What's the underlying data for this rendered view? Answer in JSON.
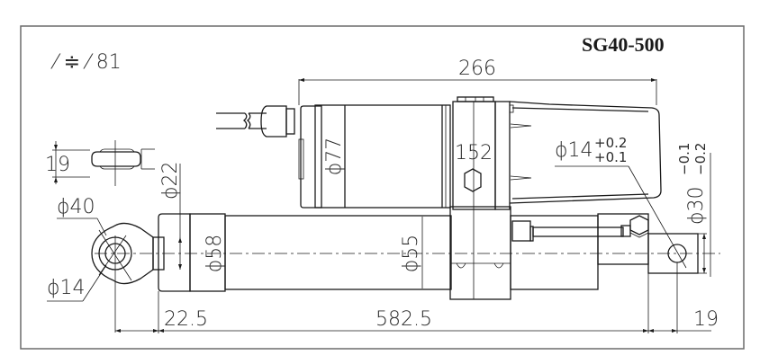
{
  "drawing": {
    "model": "SG40-500",
    "note": "⁄ ≑ ⁄ 81",
    "colors": {
      "line": "#1a1a1a",
      "frame": "#6b6b6b",
      "background": "#ffffff"
    }
  },
  "dimensions": {
    "overall_motor_length": "266",
    "motor_diameter": "ϕ77",
    "clamp_height": "152",
    "pin_hole_rear": "ϕ14",
    "pin_hole_rear_tol_upper": "+0.2",
    "pin_hole_rear_tol_lower": "+0.1",
    "rod_end_diameter": "ϕ30",
    "rod_end_tol_upper": "−0.1",
    "rod_end_tol_lower": "−0.2",
    "eye_width": "19",
    "rod_diameter": "ϕ22",
    "eye_outer_diameter": "ϕ40",
    "eye_hole_diameter": "ϕ14",
    "cylinder_diameter": "ϕ58",
    "tube_diameter": "ϕ55",
    "eye_offset": "22.5",
    "installation_length": "582.5",
    "rear_offset": "19"
  }
}
